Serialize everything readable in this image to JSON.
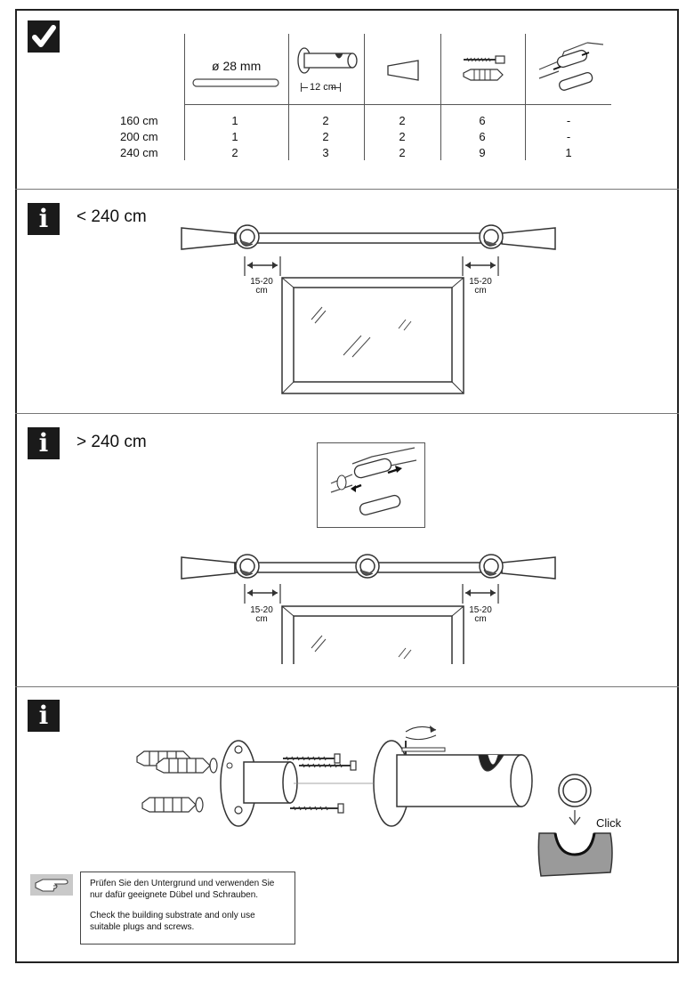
{
  "parts_section": {
    "rod_label": "ø 28 mm",
    "bracket_label": "12 cm",
    "rows": [
      {
        "length": "160 cm",
        "rods": "1",
        "brackets": "2",
        "finials": "2",
        "screws": "6",
        "connectors": "-"
      },
      {
        "length": "200 cm",
        "rods": "1",
        "brackets": "2",
        "finials": "2",
        "screws": "6",
        "connectors": "-"
      },
      {
        "length": "240 cm",
        "rods": "2",
        "brackets": "3",
        "finials": "2",
        "screws": "9",
        "connectors": "1"
      }
    ]
  },
  "section_small": {
    "badge": "i",
    "heading": "< 240 cm",
    "dim_left": "15-20",
    "dim_left_unit": "cm",
    "dim_right": "15-20",
    "dim_right_unit": "cm"
  },
  "section_large": {
    "badge": "i",
    "heading": "> 240 cm",
    "dim_left": "15-20",
    "dim_left_unit": "cm",
    "dim_right": "15-20",
    "dim_right_unit": "cm"
  },
  "section_mount": {
    "badge": "i",
    "click_label": "Click"
  },
  "note": {
    "de": "Prüfen Sie den Untergrund und verwenden Sie nur dafür geeignete Dübel und Schrauben.",
    "en": "Check the building substrate and only use suitable plugs and screws."
  }
}
